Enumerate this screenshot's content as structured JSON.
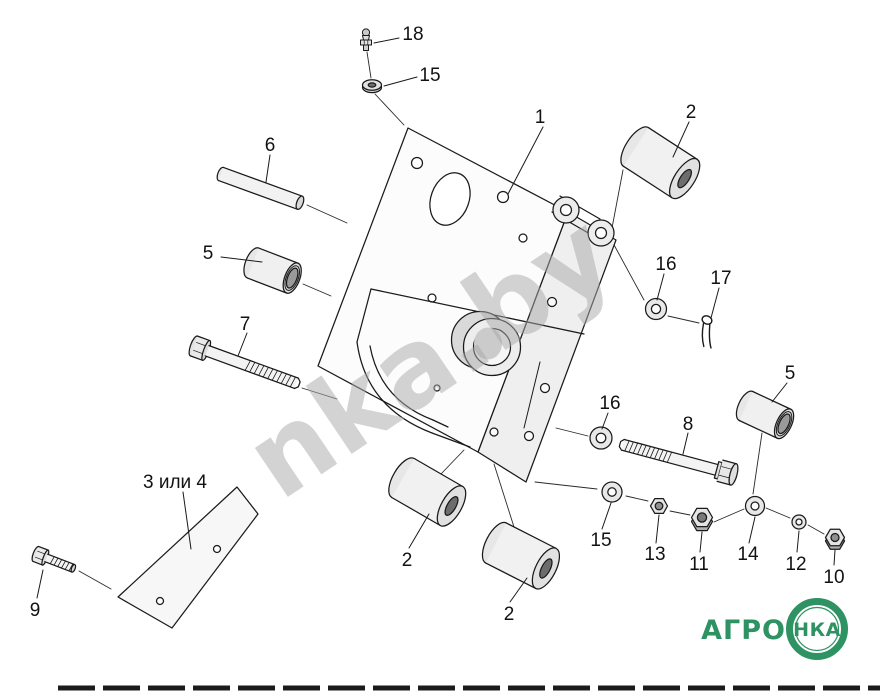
{
  "watermark": "nka.by",
  "logo": {
    "text": "АГРО",
    "badge": "НКА"
  },
  "colors": {
    "logo_green": "#2E9263",
    "watermark_gray": "#A9A9A9"
  },
  "labels": {
    "p1": "1",
    "p2a": "2",
    "p2b": "2",
    "p2c": "2",
    "p3or4": "3 или 4",
    "p5a": "5",
    "p5b": "5",
    "p6": "6",
    "p7": "7",
    "p8": "8",
    "p9": "9",
    "p10": "10",
    "p11": "11",
    "p12": "12",
    "p13": "13",
    "p14": "14",
    "p15a": "15",
    "p15b": "15",
    "p16a": "16",
    "p16b": "16",
    "p17": "17",
    "p18": "18"
  }
}
